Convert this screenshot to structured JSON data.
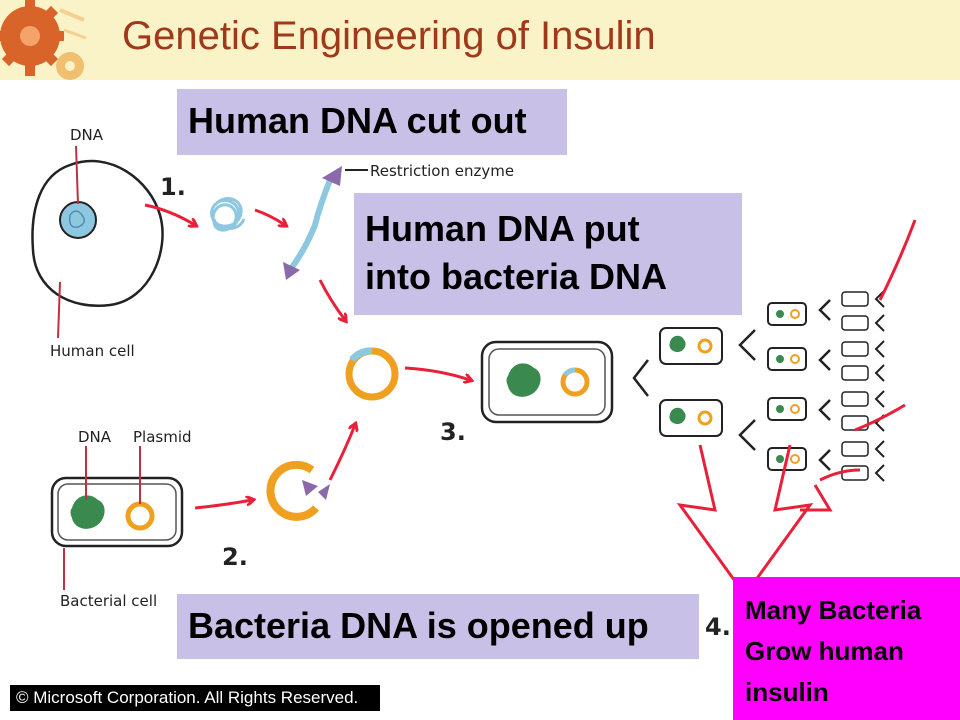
{
  "slide": {
    "title": "Genetic Engineering of Insulin"
  },
  "callouts": {
    "cut_out": "Human DNA cut out",
    "put_into_line1": "Human DNA put",
    "put_into_line2": "into bacteria DNA",
    "opened_up": "Bacteria DNA is opened up",
    "grow_line1": "Many Bacteria",
    "grow_line2": "Grow human",
    "grow_line3": "insulin"
  },
  "diagram_labels": {
    "dna_top": "DNA",
    "human_cell": "Human cell",
    "restriction_enzyme": "Restriction enzyme",
    "dna_bottom": "DNA",
    "plasmid": "Plasmid",
    "bacterial_cell": "Bacterial cell",
    "step1": "1.",
    "step2": "2.",
    "step3": "3.",
    "step4": "4."
  },
  "copyright": "© Microsoft Corporation. All Rights Reserved.",
  "colors": {
    "title": "#a0381a",
    "header_bg": "#fbf3c8",
    "callout_bg": "#c8c0e6",
    "highlight_bg": "#ff00ff",
    "arrow": "#e8203a",
    "plasmid": "#f0a020",
    "dna_blue": "#8ec8e0",
    "dna_green": "#3a8a50",
    "enzyme": "#8a6aa8"
  }
}
